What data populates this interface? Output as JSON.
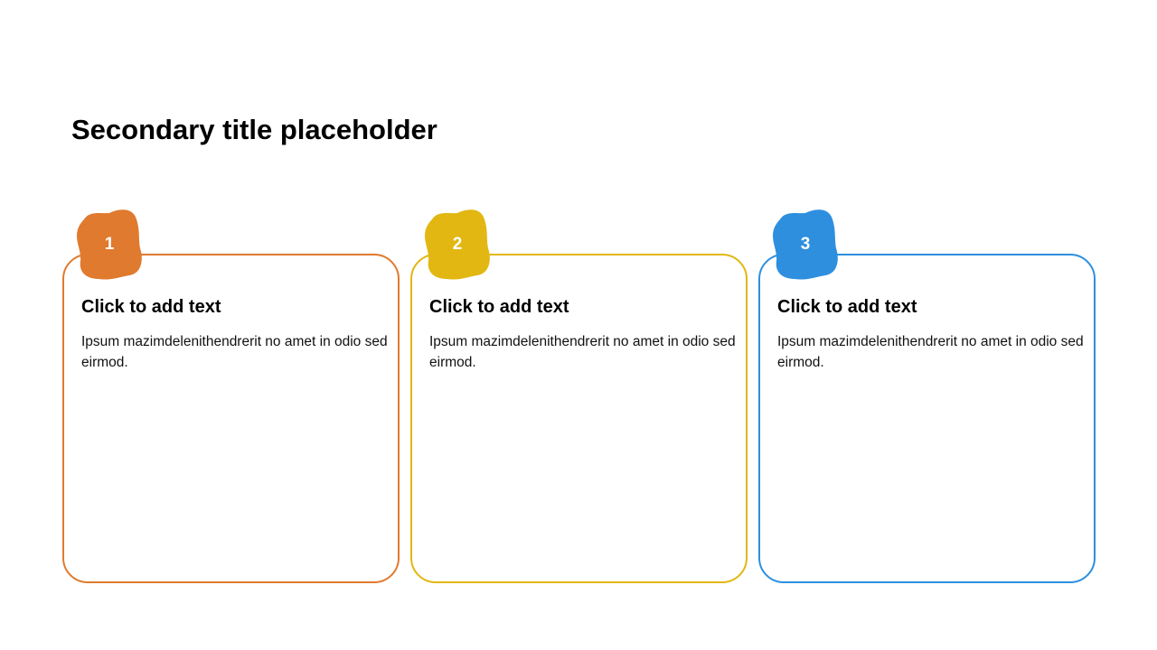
{
  "title": "Secondary title placeholder",
  "cards": [
    {
      "number": "1",
      "heading": "Click to add text",
      "body": "Ipsum mazimdelenithendrerit no amet in odio sed eirmod.",
      "color": "#E07A2E"
    },
    {
      "number": "2",
      "heading": "Click to add text",
      "body": "Ipsum mazimdelenithendrerit no amet in odio sed eirmod.",
      "color": "#E2B711"
    },
    {
      "number": "3",
      "heading": "Click to add text",
      "body": "Ipsum mazimdelenithendrerit no amet in odio sed eirmod.",
      "color": "#2E8FDF"
    }
  ]
}
